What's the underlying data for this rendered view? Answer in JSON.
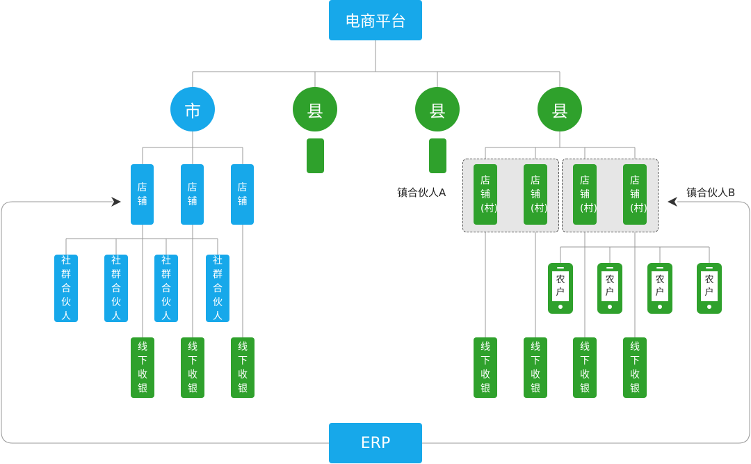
{
  "platform": {
    "label": "电商平台"
  },
  "erp": {
    "label": "ERP"
  },
  "city": {
    "label": "市"
  },
  "counties": [
    {
      "label": "县"
    },
    {
      "label": "县"
    },
    {
      "label": "县"
    }
  ],
  "city_stores": [
    "店铺",
    "店铺",
    "店铺"
  ],
  "community_partners": [
    "社群合伙人",
    "社群合伙人",
    "社群合伙人",
    "社群合伙人"
  ],
  "city_cashiers": [
    "线下收银",
    "线下收银",
    "线下收银"
  ],
  "village_stores": [
    "店铺(村)",
    "店铺(村)",
    "店铺(村)",
    "店铺(村)"
  ],
  "farmers": [
    "农户",
    "农户",
    "农户",
    "农户"
  ],
  "village_cashiers": [
    "线下收银",
    "线下收银",
    "线下收银",
    "线下收银"
  ],
  "partner_labels": {
    "a": "镇合伙人A",
    "b": "镇合伙人B"
  },
  "colors": {
    "blue": "#17a8ea",
    "green": "#2fa12c",
    "line": "#999999",
    "arrow": "#333333"
  }
}
